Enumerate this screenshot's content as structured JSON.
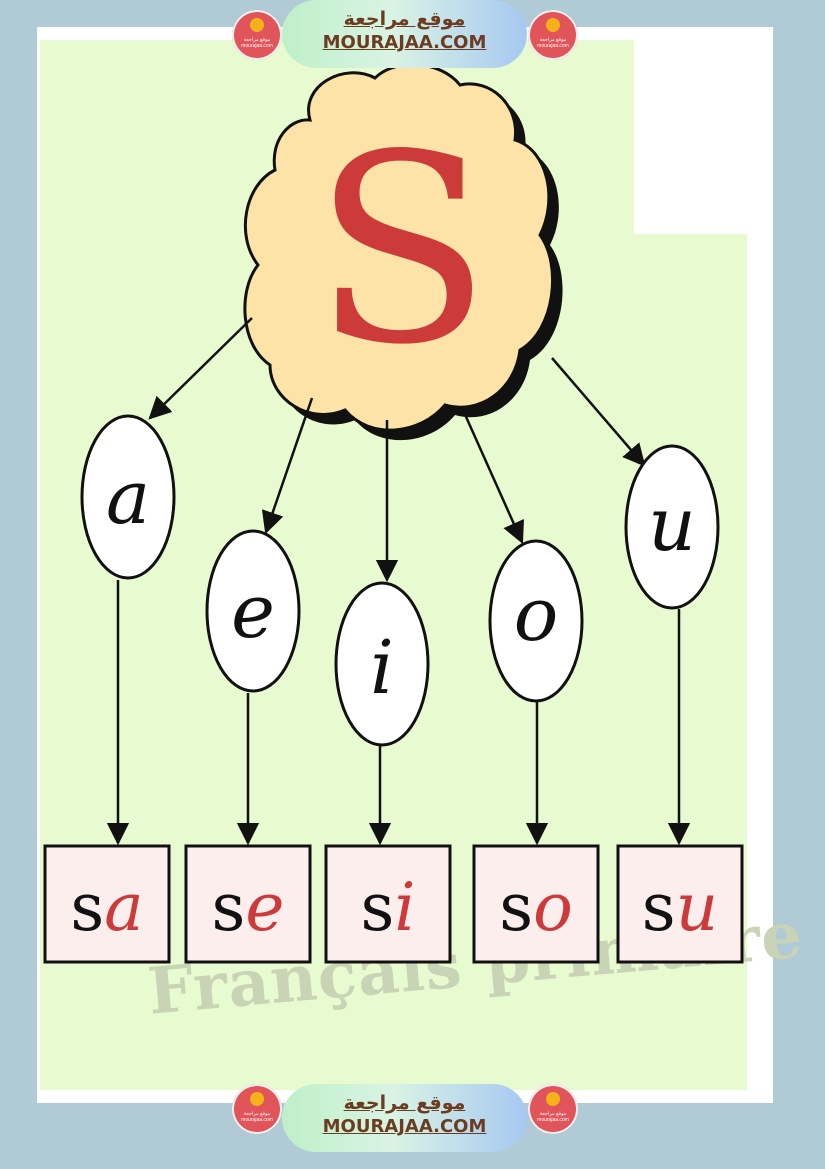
{
  "banner": {
    "arabic": "موقع مراجعة",
    "latin": "MOURAJAA.COM"
  },
  "logo": {
    "text": "موقع مراجعة mourajaa.com"
  },
  "diagram": {
    "consonant": "S",
    "vowels": [
      "a",
      "e",
      "i",
      "o",
      "u"
    ],
    "syllables": [
      {
        "consonant": "s",
        "vowel": "a"
      },
      {
        "consonant": "s",
        "vowel": "e"
      },
      {
        "consonant": "s",
        "vowel": "i"
      },
      {
        "consonant": "s",
        "vowel": "o"
      },
      {
        "consonant": "s",
        "vowel": "u"
      }
    ]
  },
  "watermark": "Français primaire",
  "colors": {
    "background": "#b0cad6",
    "panel": "#e8fbd0",
    "cloud": "#fde3a7",
    "accent_red": "#cc3a3a",
    "syllable_box": "#fdeeee"
  }
}
